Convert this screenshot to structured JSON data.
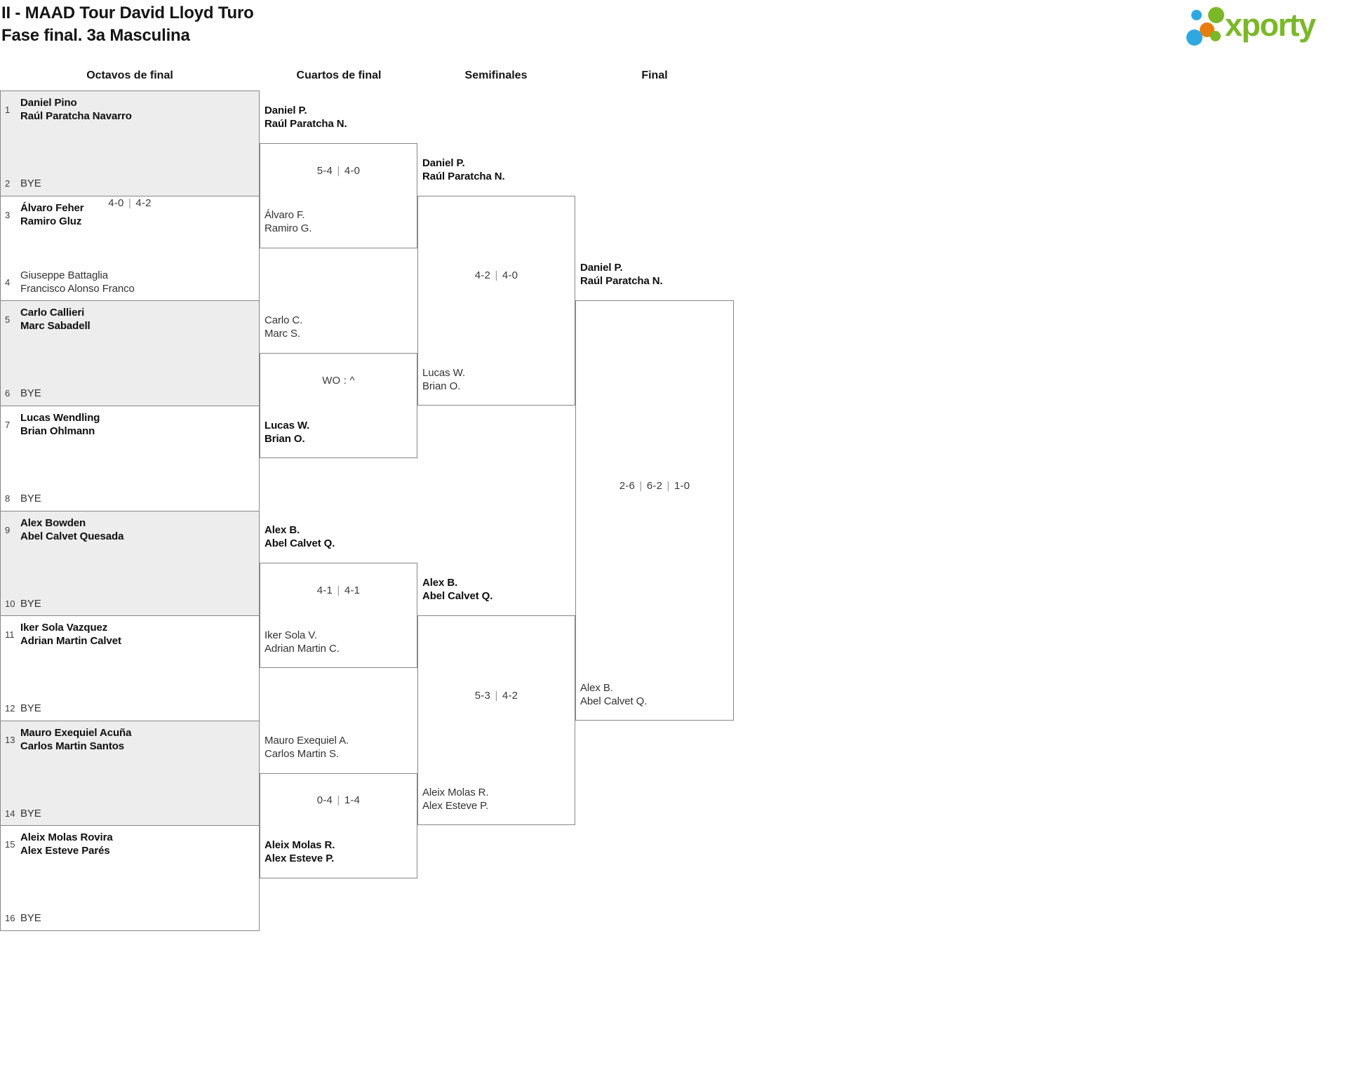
{
  "title": {
    "line1": "II - MAAD Tour David Lloyd Turo",
    "line2": "Fase final. 3a Masculina"
  },
  "logo": {
    "text": "xporty",
    "green": "#7ab829",
    "blue": "#2fa8e0",
    "orange": "#e87d0f"
  },
  "columns": [
    "Octavos de final",
    "Cuartos de final",
    "Semifinales",
    "Final"
  ],
  "rounds": [
    {
      "name": "octavos",
      "matches": [
        {
          "shaded": true,
          "score": "",
          "teams": [
            {
              "seed": "1",
              "lines": [
                "Daniel Pino",
                "Raúl Paratcha Navarro"
              ],
              "winner": true,
              "bye": false
            },
            {
              "seed": "2",
              "lines": [
                "BYE"
              ],
              "winner": false,
              "bye": true
            }
          ]
        },
        {
          "shaded": false,
          "score": "4-0 | 4-2",
          "teams": [
            {
              "seed": "3",
              "lines": [
                "Álvaro Feher",
                "Ramiro Gluz"
              ],
              "winner": true,
              "bye": false
            },
            {
              "seed": "4",
              "lines": [
                "Giuseppe Battaglia",
                "Francisco Alonso Franco"
              ],
              "winner": false,
              "bye": false
            }
          ]
        },
        {
          "shaded": true,
          "score": "",
          "teams": [
            {
              "seed": "5",
              "lines": [
                "Carlo Callieri",
                "Marc Sabadell"
              ],
              "winner": true,
              "bye": false
            },
            {
              "seed": "6",
              "lines": [
                "BYE"
              ],
              "winner": false,
              "bye": true
            }
          ]
        },
        {
          "shaded": false,
          "score": "",
          "teams": [
            {
              "seed": "7",
              "lines": [
                "Lucas Wendling",
                "Brian Ohlmann"
              ],
              "winner": true,
              "bye": false
            },
            {
              "seed": "8",
              "lines": [
                "BYE"
              ],
              "winner": false,
              "bye": true
            }
          ]
        },
        {
          "shaded": true,
          "score": "",
          "teams": [
            {
              "seed": "9",
              "lines": [
                "Alex Bowden",
                "Abel Calvet Quesada"
              ],
              "winner": true,
              "bye": false
            },
            {
              "seed": "10",
              "lines": [
                "BYE"
              ],
              "winner": false,
              "bye": true
            }
          ]
        },
        {
          "shaded": false,
          "score": "",
          "teams": [
            {
              "seed": "11",
              "lines": [
                "Iker Sola Vazquez",
                "Adrian Martin Calvet"
              ],
              "winner": true,
              "bye": false
            },
            {
              "seed": "12",
              "lines": [
                "BYE"
              ],
              "winner": false,
              "bye": true
            }
          ]
        },
        {
          "shaded": true,
          "score": "",
          "teams": [
            {
              "seed": "13",
              "lines": [
                "Mauro Exequiel Acuña",
                "Carlos Martin Santos"
              ],
              "winner": true,
              "bye": false
            },
            {
              "seed": "14",
              "lines": [
                "BYE"
              ],
              "winner": false,
              "bye": true
            }
          ]
        },
        {
          "shaded": false,
          "score": "",
          "teams": [
            {
              "seed": "15",
              "lines": [
                "Aleix Molas Rovira",
                "Alex Esteve Parés"
              ],
              "winner": true,
              "bye": false
            },
            {
              "seed": "16",
              "lines": [
                "BYE"
              ],
              "winner": false,
              "bye": true
            }
          ]
        }
      ]
    },
    {
      "name": "cuartos",
      "matches": [
        {
          "score": "5-4 | 4-0",
          "teams": [
            {
              "lines": [
                "Daniel P.",
                "Raúl Paratcha N."
              ],
              "winner": true
            },
            {
              "lines": [
                "Álvaro F.",
                "Ramiro G."
              ],
              "winner": false
            }
          ]
        },
        {
          "score": "WO : ^",
          "teams": [
            {
              "lines": [
                "Carlo C.",
                "Marc S."
              ],
              "winner": false
            },
            {
              "lines": [
                "Lucas W.",
                "Brian O."
              ],
              "winner": true
            }
          ]
        },
        {
          "score": "4-1 | 4-1",
          "teams": [
            {
              "lines": [
                "Alex B.",
                "Abel Calvet Q."
              ],
              "winner": true
            },
            {
              "lines": [
                "Iker Sola V.",
                "Adrian Martin C."
              ],
              "winner": false
            }
          ]
        },
        {
          "score": "0-4 | 1-4",
          "teams": [
            {
              "lines": [
                "Mauro Exequiel A.",
                "Carlos Martin S."
              ],
              "winner": false
            },
            {
              "lines": [
                "Aleix Molas R.",
                "Alex Esteve P."
              ],
              "winner": true
            }
          ]
        }
      ]
    },
    {
      "name": "semifinales",
      "matches": [
        {
          "score": "4-2 | 4-0",
          "teams": [
            {
              "lines": [
                "Daniel P.",
                "Raúl Paratcha N."
              ],
              "winner": true
            },
            {
              "lines": [
                "Lucas W.",
                "Brian O."
              ],
              "winner": false
            }
          ]
        },
        {
          "score": "5-3 | 4-2",
          "teams": [
            {
              "lines": [
                "Alex B.",
                "Abel Calvet Q."
              ],
              "winner": true
            },
            {
              "lines": [
                "Aleix Molas R.",
                "Alex Esteve P."
              ],
              "winner": false
            }
          ]
        }
      ]
    },
    {
      "name": "final",
      "matches": [
        {
          "score": "2-6 | 6-2 | 1-0",
          "teams": [
            {
              "lines": [
                "Daniel P.",
                "Raúl Paratcha N."
              ],
              "winner": true
            },
            {
              "lines": [
                "Alex B.",
                "Abel Calvet Q."
              ],
              "winner": false
            }
          ]
        }
      ]
    }
  ]
}
